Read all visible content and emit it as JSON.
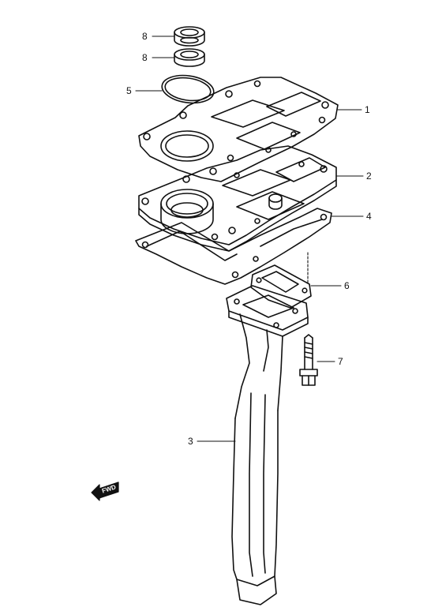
{
  "diagram": {
    "callouts": [
      {
        "id": "c8a",
        "label": "8"
      },
      {
        "id": "c8b",
        "label": "8"
      },
      {
        "id": "c5",
        "label": "5"
      },
      {
        "id": "c1",
        "label": "1"
      },
      {
        "id": "c2",
        "label": "2"
      },
      {
        "id": "c4",
        "label": "4"
      },
      {
        "id": "c6",
        "label": "6"
      },
      {
        "id": "c7",
        "label": "7"
      },
      {
        "id": "c3",
        "label": "3"
      }
    ],
    "fwd_label": "FWD",
    "colors": {
      "ink": "#111111",
      "paper": "#ffffff"
    }
  }
}
